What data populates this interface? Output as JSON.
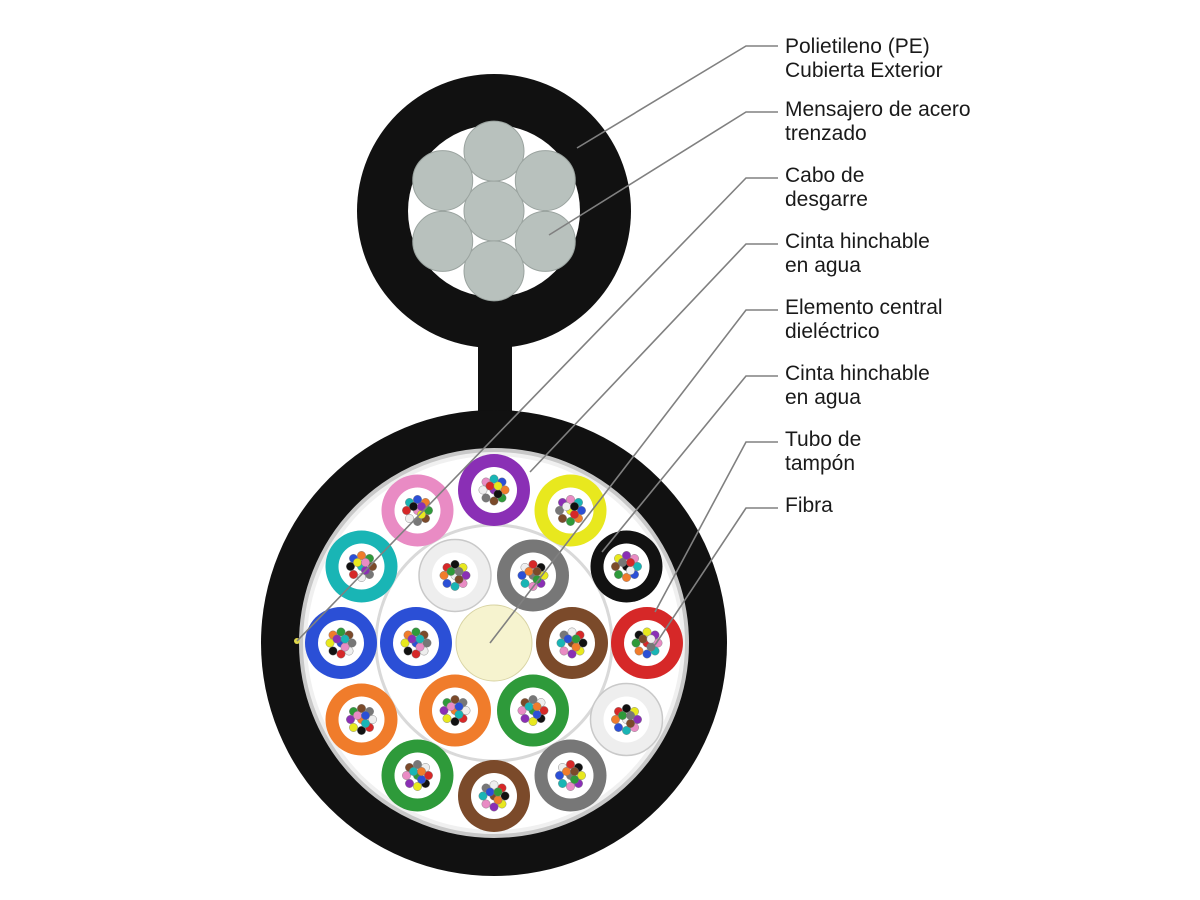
{
  "labels": [
    {
      "lines": [
        "Polietileno (PE)",
        "Cubierta Exterior"
      ]
    },
    {
      "lines": [
        "Mensajero de acero",
        "trenzado"
      ]
    },
    {
      "lines": [
        "Cabo de",
        "desgarre"
      ]
    },
    {
      "lines": [
        "Cinta hinchable",
        "en agua"
      ]
    },
    {
      "lines": [
        "Elemento central",
        "dieléctrico"
      ]
    },
    {
      "lines": [
        "Cinta hinchable",
        "en agua"
      ]
    },
    {
      "lines": [
        "Tubo de",
        "tampón"
      ]
    },
    {
      "lines": [
        "Fibra"
      ]
    }
  ],
  "colors": {
    "jacket": "#111111",
    "steel_wire": "#b8c1bd",
    "water_tape": "#d9d9d9",
    "central_member": "#f6f3cf",
    "leader_line": "#808080",
    "fiber_colors": [
      "#2b4fd6",
      "#f07c2b",
      "#2e9a3a",
      "#7b4a2a",
      "#777777",
      "#eeeeee",
      "#d62828",
      "#111111",
      "#e8e81e",
      "#8a2fb5",
      "#e98bc4",
      "#19b5b5"
    ]
  },
  "tubes": {
    "outer_ring": [
      "blue",
      "orange",
      "green",
      "brown",
      "gray",
      "white",
      "red",
      "black",
      "yellow",
      "violet",
      "pink",
      "aqua"
    ],
    "inner_ring": [
      "blue",
      "orange",
      "green",
      "brown",
      "gray",
      "white"
    ]
  },
  "icons": {
    "messenger": "steel-strand-icon",
    "cable": "fiber-cable-cross-section-icon"
  }
}
